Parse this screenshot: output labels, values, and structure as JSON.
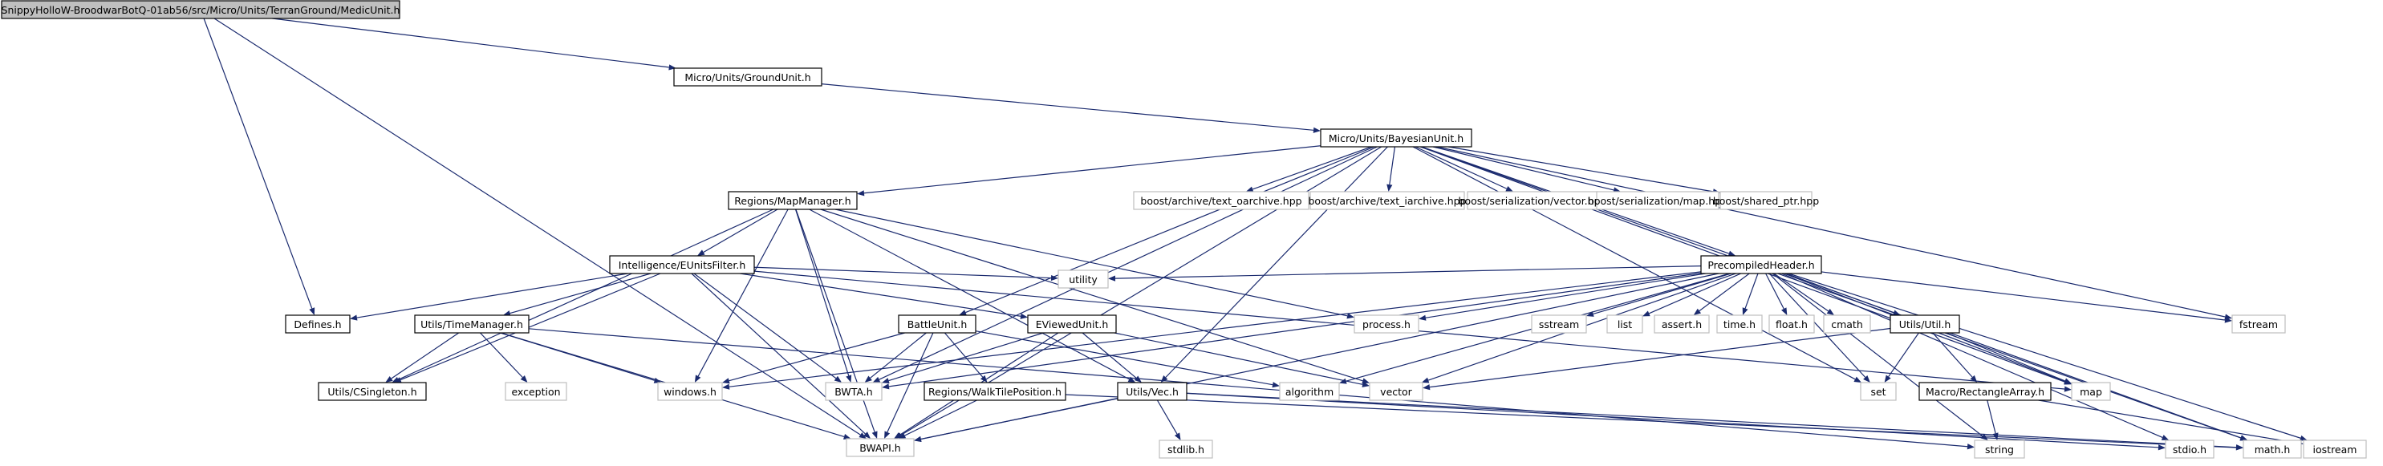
{
  "diagram": {
    "title": "SnippyHolloW-BroodwarBotQ-01ab56/src/Micro/Units/TerranGround/MedicUnit.h",
    "nodes": [
      {
        "id": "medic",
        "label": "SnippyHolloW-BroodwarBotQ-01ab56/src/Micro/Units/TerranGround/MedicUnit.h",
        "kind": "main"
      },
      {
        "id": "groundunit",
        "label": "Micro/Units/GroundUnit.h",
        "kind": "doc"
      },
      {
        "id": "bayesian",
        "label": "Micro/Units/BayesianUnit.h",
        "kind": "doc"
      },
      {
        "id": "mapmanager",
        "label": "Regions/MapManager.h",
        "kind": "doc"
      },
      {
        "id": "oarchive",
        "label": "boost/archive/text_oarchive.hpp",
        "kind": "ext"
      },
      {
        "id": "iarchive",
        "label": "boost/archive/text_iarchive.hpp",
        "kind": "ext"
      },
      {
        "id": "serialvector",
        "label": "boost/serialization/vector.hpp",
        "kind": "ext"
      },
      {
        "id": "serialmap",
        "label": "boost/serialization/map.hpp",
        "kind": "ext"
      },
      {
        "id": "sharedptr",
        "label": "boost/shared_ptr.hpp",
        "kind": "ext"
      },
      {
        "id": "precompiled",
        "label": "PrecompiledHeader.h",
        "kind": "doc"
      },
      {
        "id": "eunits",
        "label": "Intelligence/EUnitsFilter.h",
        "kind": "doc"
      },
      {
        "id": "defines",
        "label": "Defines.h",
        "kind": "doc"
      },
      {
        "id": "timemanager",
        "label": "Utils/TimeManager.h",
        "kind": "doc"
      },
      {
        "id": "csingleton",
        "label": "Utils/CSingleton.h",
        "kind": "doc"
      },
      {
        "id": "exception",
        "label": "exception",
        "kind": "ext"
      },
      {
        "id": "windows",
        "label": "windows.h",
        "kind": "ext"
      },
      {
        "id": "battleunit",
        "label": "BattleUnit.h",
        "kind": "doc"
      },
      {
        "id": "eviewed",
        "label": "EViewedUnit.h",
        "kind": "doc"
      },
      {
        "id": "bwta",
        "label": "BWTA.h",
        "kind": "ext"
      },
      {
        "id": "utility",
        "label": "utility",
        "kind": "ext"
      },
      {
        "id": "walktile",
        "label": "Regions/WalkTilePosition.h",
        "kind": "doc"
      },
      {
        "id": "algorithm",
        "label": "algorithm",
        "kind": "ext"
      },
      {
        "id": "vector",
        "label": "vector",
        "kind": "ext"
      },
      {
        "id": "utilsvec",
        "label": "Utils/Vec.h",
        "kind": "doc"
      },
      {
        "id": "process",
        "label": "process.h",
        "kind": "ext"
      },
      {
        "id": "sstream",
        "label": "sstream",
        "kind": "ext"
      },
      {
        "id": "list",
        "label": "list",
        "kind": "ext"
      },
      {
        "id": "assert",
        "label": "assert.h",
        "kind": "ext"
      },
      {
        "id": "time",
        "label": "time.h",
        "kind": "ext"
      },
      {
        "id": "float",
        "label": "float.h",
        "kind": "ext"
      },
      {
        "id": "cmath",
        "label": "cmath",
        "kind": "ext"
      },
      {
        "id": "utilsutil",
        "label": "Utils/Util.h",
        "kind": "doc"
      },
      {
        "id": "fstream",
        "label": "fstream",
        "kind": "ext"
      },
      {
        "id": "set",
        "label": "set",
        "kind": "ext"
      },
      {
        "id": "rectarray",
        "label": "Macro/RectangleArray.h",
        "kind": "doc"
      },
      {
        "id": "map",
        "label": "map",
        "kind": "ext"
      },
      {
        "id": "bwapi",
        "label": "BWAPI.h",
        "kind": "ext"
      },
      {
        "id": "stdlib",
        "label": "stdlib.h",
        "kind": "ext"
      },
      {
        "id": "string",
        "label": "string",
        "kind": "ext"
      },
      {
        "id": "stdio",
        "label": "stdio.h",
        "kind": "ext"
      },
      {
        "id": "mathh",
        "label": "math.h",
        "kind": "ext"
      },
      {
        "id": "iostream",
        "label": "iostream",
        "kind": "ext"
      }
    ],
    "edges": [
      [
        "medic",
        "groundunit"
      ],
      [
        "medic",
        "defines"
      ],
      [
        "medic",
        "bwapi"
      ],
      [
        "groundunit",
        "bayesian"
      ],
      [
        "bayesian",
        "mapmanager"
      ],
      [
        "bayesian",
        "oarchive"
      ],
      [
        "bayesian",
        "iarchive"
      ],
      [
        "bayesian",
        "serialvector"
      ],
      [
        "bayesian",
        "serialmap"
      ],
      [
        "bayesian",
        "sharedptr"
      ],
      [
        "bayesian",
        "precompiled"
      ],
      [
        "bayesian",
        "battleunit"
      ],
      [
        "bayesian",
        "utilsvec"
      ],
      [
        "bayesian",
        "bwta"
      ],
      [
        "bayesian",
        "bwapi"
      ],
      [
        "bayesian",
        "set"
      ],
      [
        "bayesian",
        "fstream"
      ],
      [
        "bayesian",
        "map"
      ],
      [
        "bayesian",
        "mathh"
      ],
      [
        "mapmanager",
        "eunits"
      ],
      [
        "mapmanager",
        "windows"
      ],
      [
        "mapmanager",
        "bwta"
      ],
      [
        "mapmanager",
        "utilsvec"
      ],
      [
        "mapmanager",
        "vector"
      ],
      [
        "mapmanager",
        "process"
      ],
      [
        "mapmanager",
        "csingleton"
      ],
      [
        "mapmanager",
        "bwapi"
      ],
      [
        "eunits",
        "defines"
      ],
      [
        "eunits",
        "timemanager"
      ],
      [
        "eunits",
        "csingleton"
      ],
      [
        "eunits",
        "eviewed"
      ],
      [
        "eunits",
        "utility"
      ],
      [
        "eunits",
        "bwta"
      ],
      [
        "eunits",
        "bwapi"
      ],
      [
        "eunits",
        "map"
      ],
      [
        "timemanager",
        "csingleton"
      ],
      [
        "timemanager",
        "exception"
      ],
      [
        "timemanager",
        "windows"
      ],
      [
        "timemanager",
        "bwapi"
      ],
      [
        "timemanager",
        "string"
      ],
      [
        "battleunit",
        "windows"
      ],
      [
        "battleunit",
        "bwta"
      ],
      [
        "battleunit",
        "walktile"
      ],
      [
        "battleunit",
        "algorithm"
      ],
      [
        "battleunit",
        "bwapi"
      ],
      [
        "eviewed",
        "bwta"
      ],
      [
        "eviewed",
        "utilsvec"
      ],
      [
        "eviewed",
        "vector"
      ],
      [
        "eviewed",
        "bwapi"
      ],
      [
        "walktile",
        "bwapi"
      ],
      [
        "walktile",
        "mathh"
      ],
      [
        "utilsvec",
        "stdlib"
      ],
      [
        "utilsvec",
        "bwapi"
      ],
      [
        "utilsvec",
        "stdio"
      ],
      [
        "utilsvec",
        "mathh"
      ],
      [
        "precompiled",
        "utility"
      ],
      [
        "precompiled",
        "windows"
      ],
      [
        "precompiled",
        "bwta"
      ],
      [
        "precompiled",
        "bwapi"
      ],
      [
        "precompiled",
        "process"
      ],
      [
        "precompiled",
        "algorithm"
      ],
      [
        "precompiled",
        "vector"
      ],
      [
        "precompiled",
        "sstream"
      ],
      [
        "precompiled",
        "list"
      ],
      [
        "precompiled",
        "assert"
      ],
      [
        "precompiled",
        "time"
      ],
      [
        "precompiled",
        "float"
      ],
      [
        "precompiled",
        "cmath"
      ],
      [
        "precompiled",
        "utilsutil"
      ],
      [
        "precompiled",
        "set"
      ],
      [
        "precompiled",
        "map"
      ],
      [
        "precompiled",
        "fstream"
      ],
      [
        "precompiled",
        "string"
      ],
      [
        "precompiled",
        "stdio"
      ],
      [
        "precompiled",
        "mathh"
      ],
      [
        "precompiled",
        "iostream"
      ],
      [
        "utilsutil",
        "vector"
      ],
      [
        "utilsutil",
        "set"
      ],
      [
        "utilsutil",
        "map"
      ],
      [
        "utilsutil",
        "rectarray"
      ],
      [
        "rectarray",
        "string"
      ],
      [
        "rectarray",
        "iostream"
      ]
    ]
  }
}
